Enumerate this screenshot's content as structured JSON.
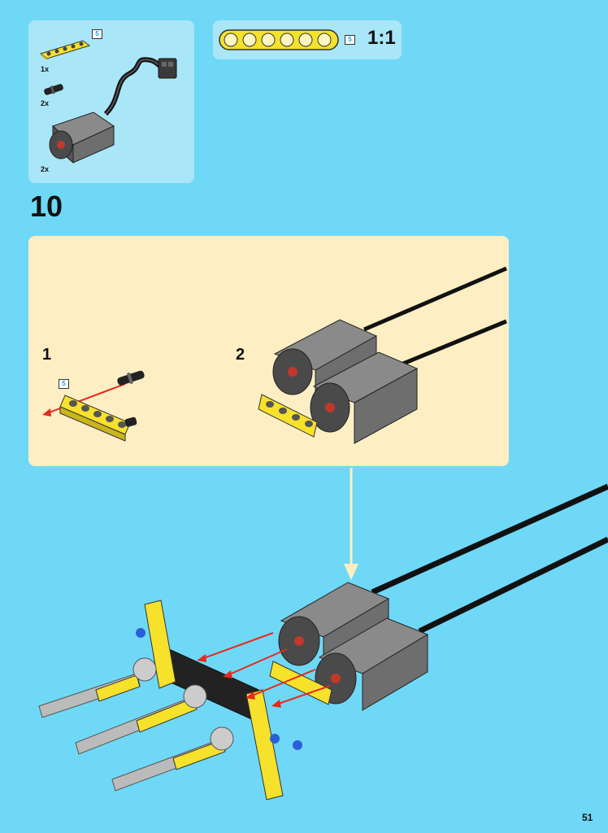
{
  "parts_list": {
    "items": [
      {
        "qty": "1x",
        "part_icon": "yellow-beam-5-icon",
        "badge": "5"
      },
      {
        "qty": "2x",
        "part_icon": "black-connector-pin-icon"
      },
      {
        "qty": "2x",
        "part_icon": "power-functions-motor-icon"
      }
    ]
  },
  "scale_box": {
    "badge": "5",
    "label": "1:1",
    "ruler_icon": "beam-length-ruler-icon"
  },
  "step": {
    "number": "10",
    "substeps": [
      {
        "number": "1",
        "badge": "5"
      },
      {
        "number": "2"
      }
    ]
  },
  "page": {
    "number": "51"
  },
  "colors": {
    "background": "#6fd8f6",
    "panel": "#a9e6f8",
    "subassembly": "#fdeec4",
    "beam": "#f6e12b",
    "motor": "#6e6e6e",
    "arrow": "#e52a1e"
  }
}
